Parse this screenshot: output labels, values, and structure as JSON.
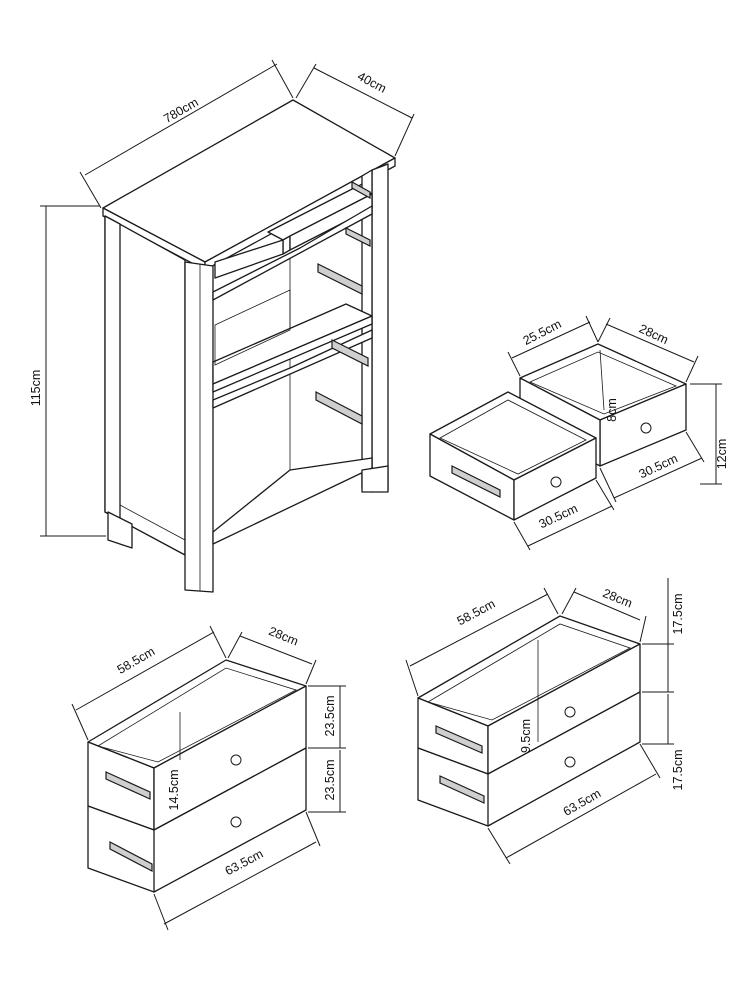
{
  "dimensions": {
    "cabinet_width": "780cm",
    "cabinet_depth": "40cm",
    "cabinet_height": "115cm",
    "small_drawer_width": "25.5cm",
    "small_drawer_depth": "28cm",
    "small_drawer_inner_height": "8cm",
    "small_drawer_height": "12cm",
    "small_drawer_front_a": "30.5cm",
    "small_drawer_front_b": "30.5cm",
    "large_drawer_width_a": "58.5cm",
    "large_drawer_depth_a": "28cm",
    "large_drawer_height_top_a": "23.5cm",
    "large_drawer_height_bottom_a": "23.5cm",
    "large_drawer_inner_a": "14.5cm",
    "large_drawer_front_a": "63.5cm",
    "large_drawer_width_b": "58.5cm",
    "large_drawer_depth_b": "28cm",
    "large_drawer_height_top_b": "17.5cm",
    "large_drawer_height_bottom_b": "17.5cm",
    "large_drawer_inner_b": "9.5cm",
    "large_drawer_front_b": "63.5cm"
  },
  "colors": {
    "line": "#1a1a1a",
    "background": "#ffffff",
    "rail": "#cfcfcf"
  }
}
